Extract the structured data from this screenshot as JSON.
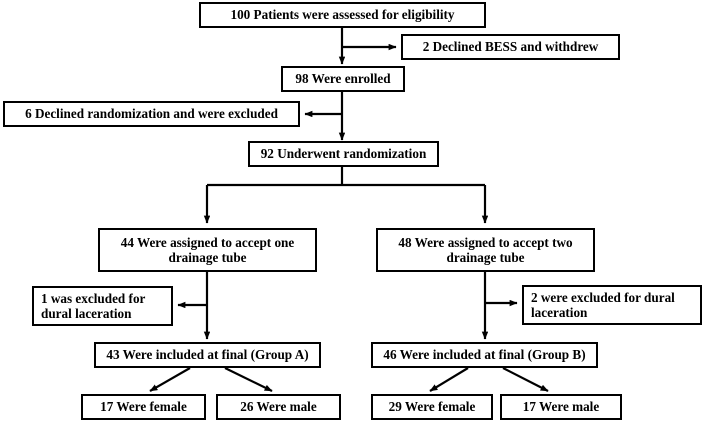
{
  "diagram": {
    "title": "Patient enrollment and randomization flow diagram",
    "type": "flowchart",
    "stroke_color": "#000000",
    "background_color": "#ffffff",
    "nodes": {
      "assessed": "100 Patients were assessed for eligibility",
      "declined_bess": "2 Declined BESS and withdrew",
      "enrolled": "98 Were enrolled",
      "declined_randomization": "6 Declined randomization and were excluded",
      "randomized": "92 Underwent randomization",
      "assigned_one_line1": "44 Were assigned to accept one",
      "assigned_one_line2": "drainage tube",
      "assigned_two_line1": "48 Were assigned to accept two",
      "assigned_two_line2": "drainage tube",
      "excluded_left_line1": "1 was excluded for",
      "excluded_left_line2": "dural laceration",
      "excluded_right_line1": "2 were excluded for dural",
      "excluded_right_line2": "laceration",
      "group_a": "43 Were included at final (Group A)",
      "group_b": "46 Were included at final (Group B)",
      "group_a_female": "17 Were female",
      "group_a_male": "26 Were male",
      "group_b_female": "29 Were female",
      "group_b_male": "17 Were male"
    }
  }
}
